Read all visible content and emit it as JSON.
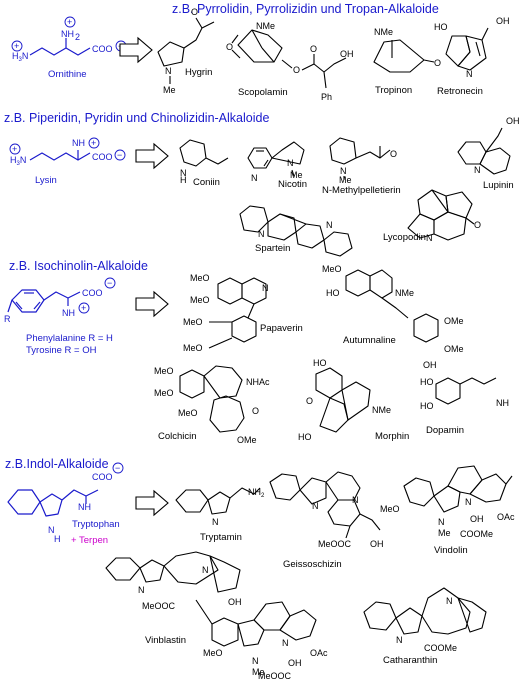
{
  "sections": [
    {
      "heading": "z.B. Pyrrolidin, Pyrrolizidin und Tropan-Alkaloide",
      "precursor": "Ornithine",
      "compounds": [
        "Hygrin",
        "Scopolamin",
        "Tropinon",
        "Retronecin"
      ]
    },
    {
      "heading": "z.B. Piperidin, Pyridin und Chinolizidin-Alkaloide",
      "precursor": "Lysin",
      "compounds": [
        "Coniin",
        "Nicotin",
        "N-Methylpelletierin",
        "Lupinin",
        "Spartein",
        "Lycopodin"
      ]
    },
    {
      "heading": "z.B. Isochinolin-Alkaloide",
      "precursor_lines": [
        "Phenylalanine R = H",
        "Tyrosine R = OH"
      ],
      "compounds": [
        "Papaverin",
        "Autumnaline",
        "Colchicin",
        "Morphin",
        "Dopamin"
      ]
    },
    {
      "heading": "z.B.Indol-Alkaloide",
      "precursor": "Tryptophan",
      "cosubstrate": "+ Terpen",
      "compounds": [
        "Tryptamin",
        "Geissoschizin",
        "Vindolin",
        "Vinblastin",
        "Catharanthin"
      ]
    }
  ],
  "atoms": {
    "coo_minus": "COO",
    "nh3": "NH",
    "h3n": "H",
    "nme": "NMe",
    "me": "Me",
    "meo": "MeO",
    "ho": "HO",
    "oh": "OH",
    "o": "O",
    "n": "N",
    "h": "H",
    "r": "R",
    "nhac": "NHAc",
    "ome": "OMe",
    "oac": "OAc",
    "cooMe": "COOMe",
    "meooc": "MeOOC",
    "plus": "+",
    "minus": "−"
  },
  "colors": {
    "heading": "#1a1acc",
    "precursor": "#1a1acc",
    "cosubstrate": "#cc00cc",
    "structure": "#000000"
  }
}
